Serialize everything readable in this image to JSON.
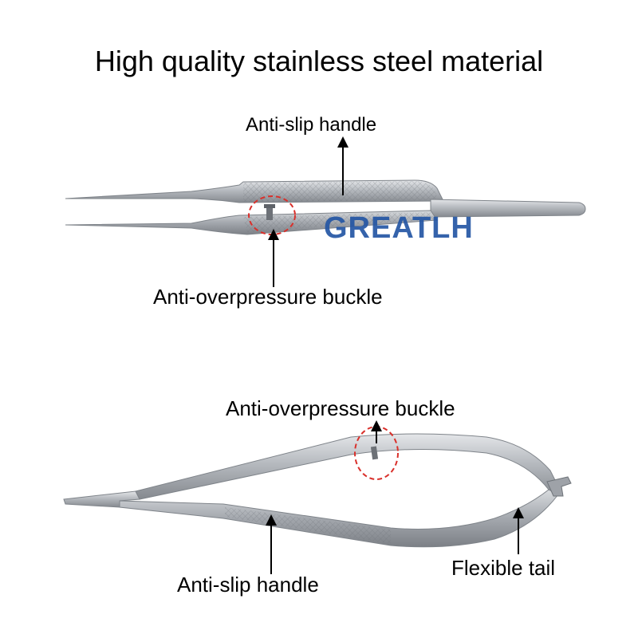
{
  "title": "High quality stainless steel material",
  "tweezers": {
    "handle_label": "Anti-slip handle",
    "buckle_label": "Anti-overpressure buckle",
    "brand": "GREATLH"
  },
  "scissors": {
    "buckle_label": "Anti-overpressure buckle",
    "tail_label": "Flexible tail",
    "handle_label": "Anti-slip handle"
  },
  "colors": {
    "text": "#000000",
    "brand": "#2456a4",
    "callout_circle": "#d9302b",
    "steel": "#a9adb3"
  }
}
